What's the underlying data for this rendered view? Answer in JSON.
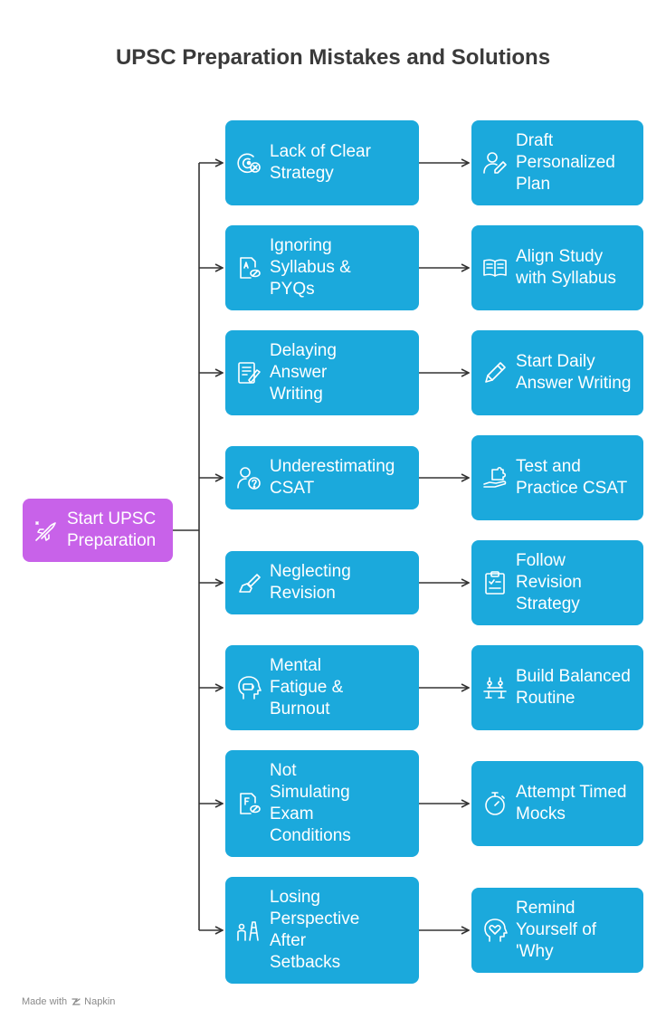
{
  "title": "UPSC Preparation Mistakes and Solutions",
  "root": {
    "label": "Start UPSC Preparation",
    "icon": "rocket-icon"
  },
  "rows": [
    {
      "mistake": "Lack of Clear Strategy",
      "mistake_icon": "target-off-icon",
      "solution": "Draft Personalized Plan",
      "solution_icon": "user-edit-icon"
    },
    {
      "mistake": "Ignoring Syllabus & PYQs",
      "mistake_icon": "document-search-icon",
      "solution": "Align Study with Syllabus",
      "solution_icon": "open-book-icon"
    },
    {
      "mistake": "Delaying Answer Writing",
      "mistake_icon": "notes-pen-icon",
      "solution": "Start Daily Answer Writing",
      "solution_icon": "pencil-icon"
    },
    {
      "mistake": "Underestimating CSAT",
      "mistake_icon": "user-question-icon",
      "solution": "Test and Practice CSAT",
      "solution_icon": "puzzle-hand-icon"
    },
    {
      "mistake": "Neglecting Revision",
      "mistake_icon": "eraser-icon",
      "solution": "Follow Revision Strategy",
      "solution_icon": "clipboard-check-icon"
    },
    {
      "mistake": "Mental Fatigue & Burnout",
      "mistake_icon": "head-battery-icon",
      "solution": "Build Balanced Routine",
      "solution_icon": "balance-beam-icon"
    },
    {
      "mistake": "Not Simulating Exam Conditions",
      "mistake_icon": "exam-sheet-icon",
      "solution": "Attempt Timed Mocks",
      "solution_icon": "stopwatch-icon"
    },
    {
      "mistake": "Losing Perspective After Setbacks",
      "mistake_icon": "people-tower-icon",
      "solution": "Remind Yourself of 'Why",
      "solution_icon": "head-heart-icon"
    }
  ],
  "footer": {
    "made_with": "Made with",
    "brand": "Napkin"
  },
  "colors": {
    "mistake_box": "#1ba9dc",
    "solution_box": "#1ba9dc",
    "root_box": "#c862e9",
    "connector": "#333333",
    "title": "#3a3a3a"
  }
}
